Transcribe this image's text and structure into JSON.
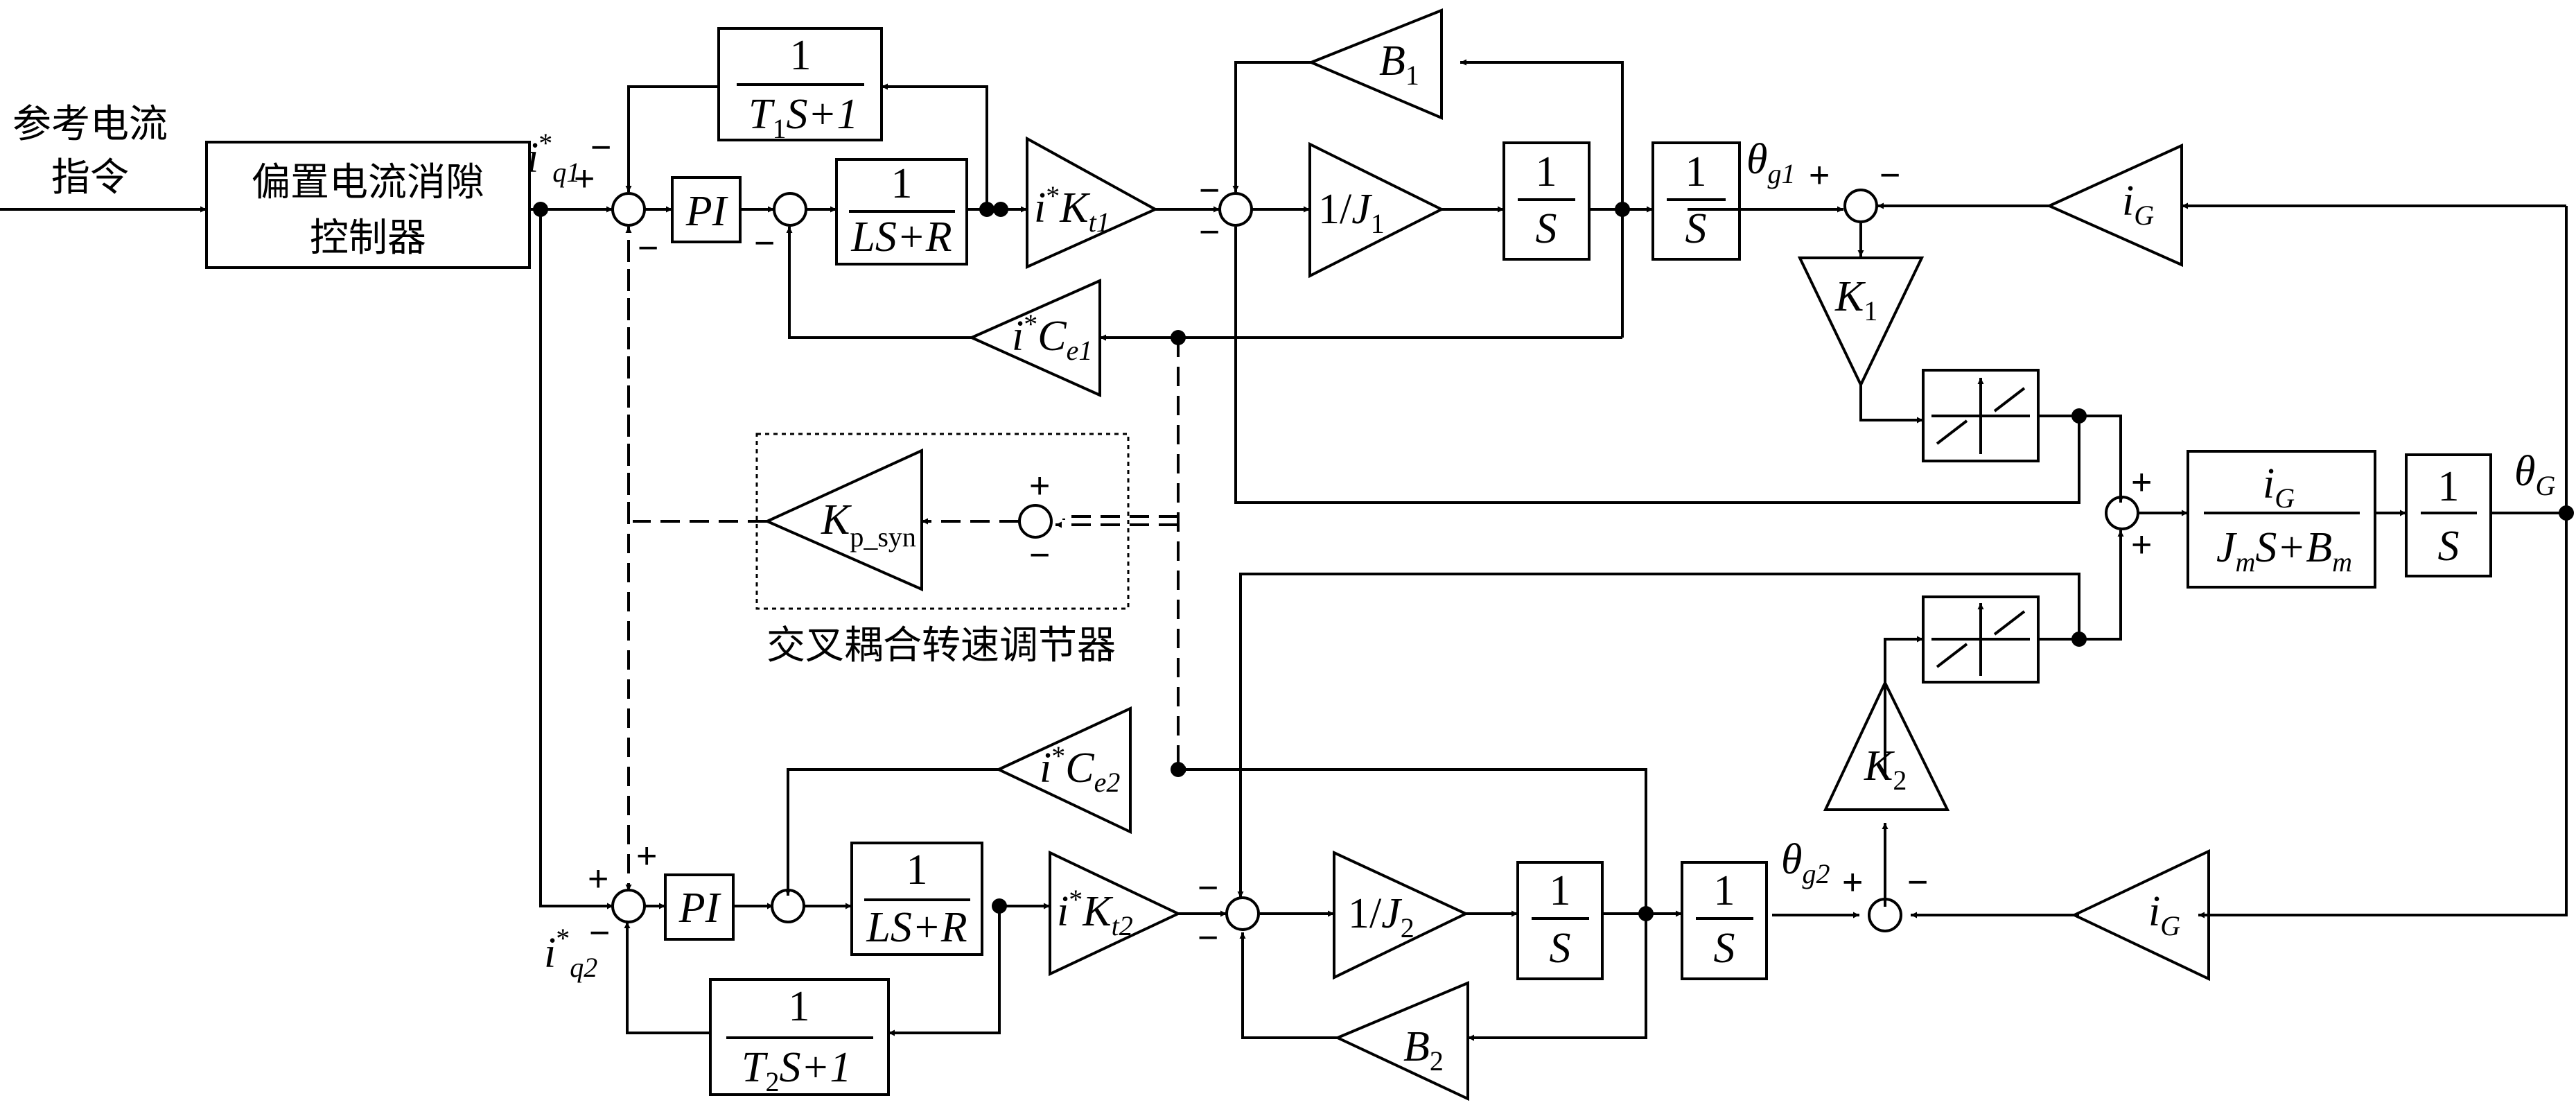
{
  "input_label_line1": "参考电流",
  "input_label_line2": "指令",
  "bias_controller_line1": "偏置电流消隙",
  "bias_controller_line2": "控制器",
  "cross_coupling_label": "交叉耦合转速调节器",
  "pi_label": "PI",
  "one": "1",
  "plus": "+",
  "minus": "−",
  "one_over": "1/",
  "iq1": {
    "base": "i",
    "sup": "*",
    "sub": "q1"
  },
  "iq2": {
    "base": "i",
    "sup": "*",
    "sub": "q2"
  },
  "filter1_den": {
    "a": "T",
    "sub": "1",
    "b": "S+1"
  },
  "filter2_den": {
    "a": "T",
    "sub": "2",
    "b": "S+1"
  },
  "electrical_den": "LS+R",
  "kt1": {
    "i": "i",
    "star": "*",
    "k": "K",
    "sub": "t1"
  },
  "kt2": {
    "i": "i",
    "star": "*",
    "k": "K",
    "sub": "t2"
  },
  "ce1": {
    "i": "i",
    "star": "*",
    "c": "C",
    "sub": "e1"
  },
  "ce2": {
    "i": "i",
    "star": "*",
    "c": "C",
    "sub": "e2"
  },
  "b1": {
    "base": "B",
    "sub": "1"
  },
  "b2": {
    "base": "B",
    "sub": "2"
  },
  "j1": {
    "base": "J",
    "sub": "1"
  },
  "j2": {
    "base": "J",
    "sub": "2"
  },
  "k1": {
    "base": "K",
    "sub": "1"
  },
  "k2": {
    "base": "K",
    "sub": "2"
  },
  "kpsyn": {
    "base": "K",
    "sub": "p_syn"
  },
  "integrator_den": "S",
  "theta_g1": {
    "base": "θ",
    "sub": "g1"
  },
  "theta_g2": {
    "base": "θ",
    "sub": "g2"
  },
  "theta_G": {
    "base": "θ",
    "sub": "G"
  },
  "iG": {
    "base": "i",
    "sub": "G"
  },
  "load": {
    "num_base": "i",
    "num_sub": "G",
    "j": "J",
    "j_sub": "m",
    "mid": "S+",
    "b": "B",
    "b_sub": "m"
  }
}
